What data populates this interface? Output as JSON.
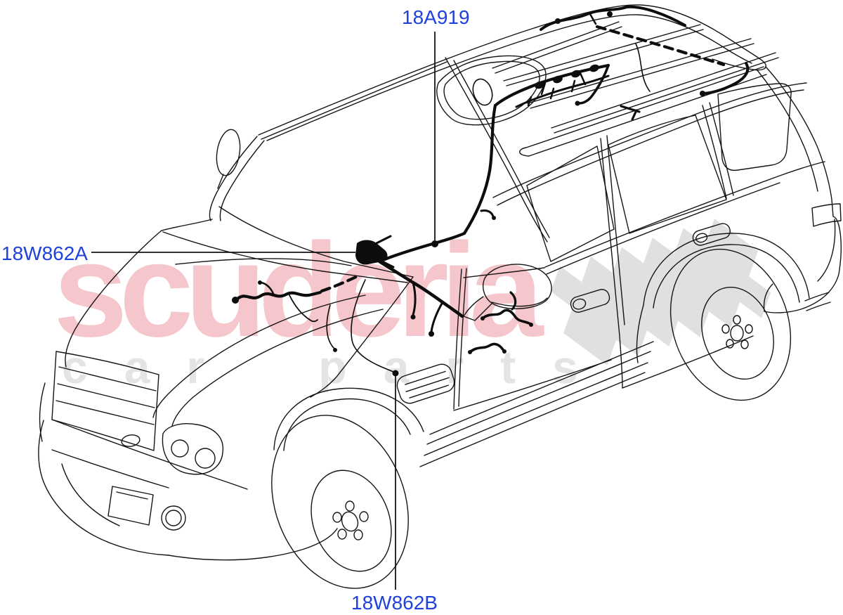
{
  "parts": [
    {
      "code": "18A919"
    },
    {
      "code": "18W862A"
    },
    {
      "code": "18W862B"
    }
  ],
  "watermark": {
    "brand": "scuderia",
    "tagline": "car parts"
  },
  "colors": {
    "label": "#1f41dd",
    "line": "#151515",
    "harness": "#0d0d0d",
    "watermark-brand": "#f5c6cb",
    "watermark-tagline": "#e4e4e4",
    "flag": "#e0e0e0"
  }
}
